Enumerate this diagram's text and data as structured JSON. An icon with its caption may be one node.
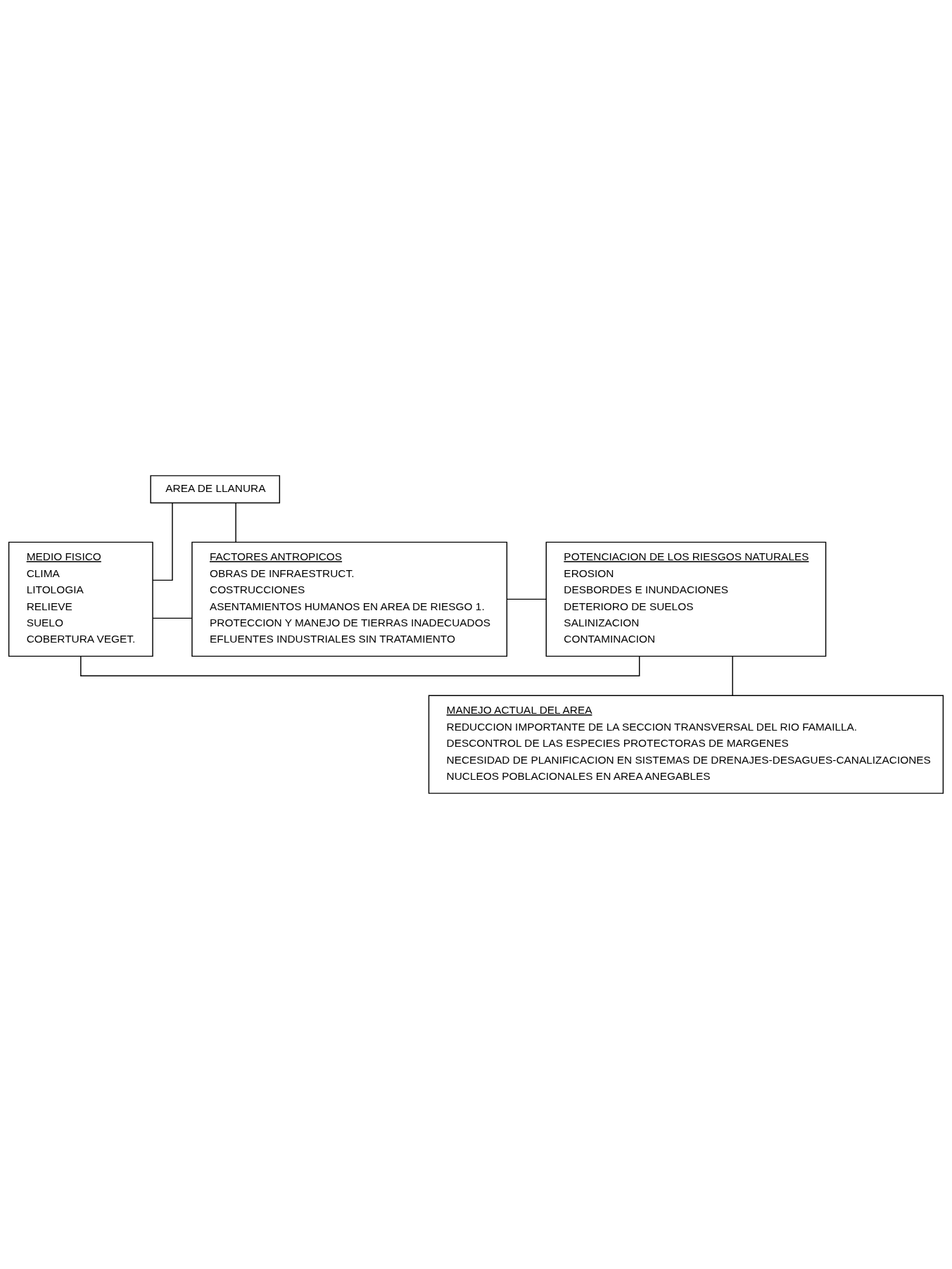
{
  "diagram": {
    "nodes": [
      {
        "text": [
          "AREA DE LLANURA"
        ]
      },
      {
        "text": [
          "MEDIO FISICO",
          "CLIMA",
          "LITOLOGIA",
          "RELIEVE",
          "SUELO",
          "COBERTURA VEGET."
        ]
      },
      {
        "text": [
          "FACTORES ANTROPICOS",
          "OBRAS DE INFRAESTRUCT.",
          "COSTRUCCIONES",
          "ASENTAMIENTOS HUMANOS EN AREA DE RIESGO 1.",
          "PROTECCION Y MANEJO DE TIERRAS INADECUADOS",
          "EFLUENTES INDUSTRIALES SIN TRATAMIENTO"
        ]
      },
      {
        "text": [
          "POTENCIACION DE LOS RIESGOS NATURALES",
          "EROSION",
          "DESBORDES E INUNDACIONES",
          "DETERIORO DE SUELOS",
          "SALINIZACION",
          "CONTAMINACION"
        ]
      },
      {
        "text": [
          "MANEJO ACTUAL DEL AREA",
          "REDUCCION IMPORTANTE DE LA SECCION TRANSVERSAL DEL RIO FAMAILLA.",
          "DESCONTROL DE LAS ESPECIES PROTECTORAS DE MARGENES",
          "NECESIDAD DE PLANIFICACION EN SISTEMAS DE DRENAJES-DESAGUES-CANALIZACIONES",
          "NUCLEOS POBLACIONALES EN AREA ANEGABLES"
        ]
      }
    ],
    "edges": [
      {
        "from": 0,
        "to": 1,
        "arrow": "none"
      },
      {
        "from": 0,
        "to": 2,
        "arrow": "none"
      },
      {
        "from": 1,
        "to": 2,
        "arrow": "none"
      },
      {
        "from": 1,
        "to": 3,
        "arrow": "none"
      },
      {
        "from": 2,
        "to": 3,
        "arrow": "none"
      },
      {
        "from": 3,
        "to": 4,
        "arrow": "none"
      }
    ]
  }
}
